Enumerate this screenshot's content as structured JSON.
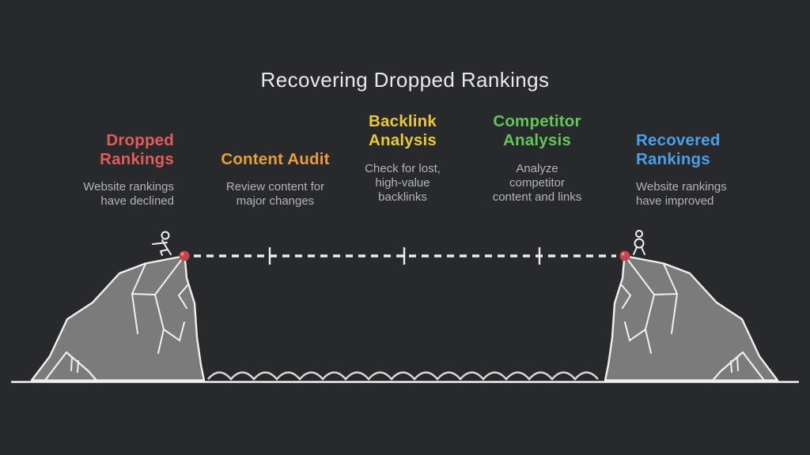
{
  "title": "Recovering Dropped Rankings",
  "stages": [
    {
      "title": "Dropped Rankings",
      "description": "Website rankings have declined",
      "color": "#e25c5c"
    },
    {
      "title": "Content Audit",
      "description": "Review content for major changes",
      "color": "#ea9d3e"
    },
    {
      "title": "Backlink Analysis",
      "description": "Check for lost, high-value backlinks",
      "color": "#e7c93b"
    },
    {
      "title": "Competitor Analysis",
      "description": "Analyze competitor content and links",
      "color": "#62c659"
    },
    {
      "title": "Recovered Rankings",
      "description": "Website rankings have improved",
      "color": "#4aa0e8"
    }
  ],
  "scene": {
    "background_color": "#28292b",
    "marker_color": "#c7444a",
    "mountain_fill": "#7b7b7b",
    "outline_color": "#f0f0f0",
    "left_figure": "fallen-person",
    "right_figure": "celebrating-person"
  }
}
